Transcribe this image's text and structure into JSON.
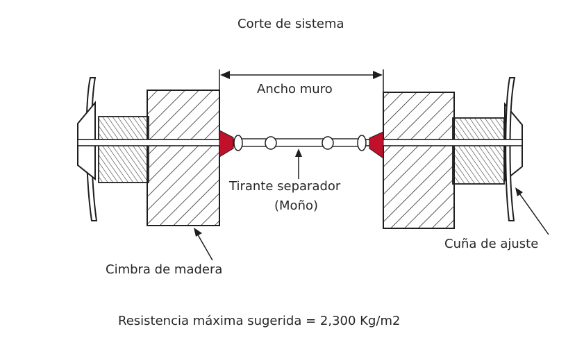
{
  "title": "Corte de sistema",
  "labels": {
    "wall_width": "Ancho muro",
    "tie_line1": "Tirante separador",
    "tie_line2": "(Moño)",
    "formwork": "Cimbra de madera",
    "wedge": "Cuña de ajuste"
  },
  "footer": "Resistencia máxima sugerida = 2,300 Kg/m2",
  "colors": {
    "line": "#1e1e1e",
    "cone": "#c0102a",
    "background": "#ffffff"
  }
}
